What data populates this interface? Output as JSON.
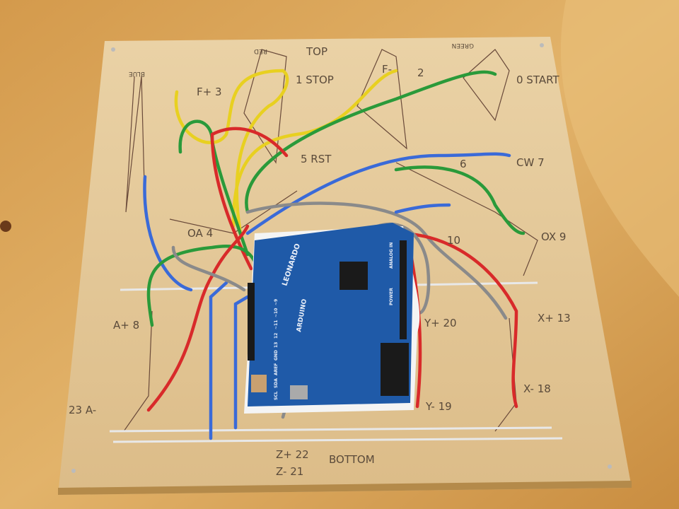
{
  "board_labels": {
    "top": "TOP",
    "bottom": "BOTTOM",
    "red_mirrored": "RED",
    "blue_mirrored": "BLUE",
    "green_mirrored": "GREEN",
    "stop": "1 STOP",
    "start": "0 START",
    "feed_plus": "F+ 3",
    "feed_minus": "F-",
    "rst": "5 RST",
    "cw": "CW 7",
    "ccw": "6",
    "pin2": "2",
    "oa": "OA 4",
    "ox": "OX 9",
    "ten": "10",
    "a_plus": "A+ 8",
    "a_minus": "23 A-",
    "x_plus": "X+ 13",
    "x_minus": "X- 18",
    "y_plus": "Y+ 20",
    "y_minus": "Y- 19",
    "z_plus": "Z+ 22",
    "z_minus": "Z- 21"
  },
  "arduino": {
    "model": "LEONARDO",
    "brand": "ARDUINO",
    "analog_in": "ANALOG IN",
    "power": "POWER",
    "pins": [
      "SCL",
      "SDA",
      "AREF",
      "GND",
      "13",
      "12",
      "~11",
      "~10",
      "~9"
    ]
  },
  "colors": {
    "wood": "#d9a55a",
    "plywood": "#e6c99a",
    "arduino_blue": "#1f5aa8",
    "wire_yellow": "#e8d020",
    "wire_green": "#2a9a3a",
    "wire_red": "#d82a2a",
    "wire_blue": "#3a6ad8",
    "wire_gray": "#8a8a8a"
  }
}
